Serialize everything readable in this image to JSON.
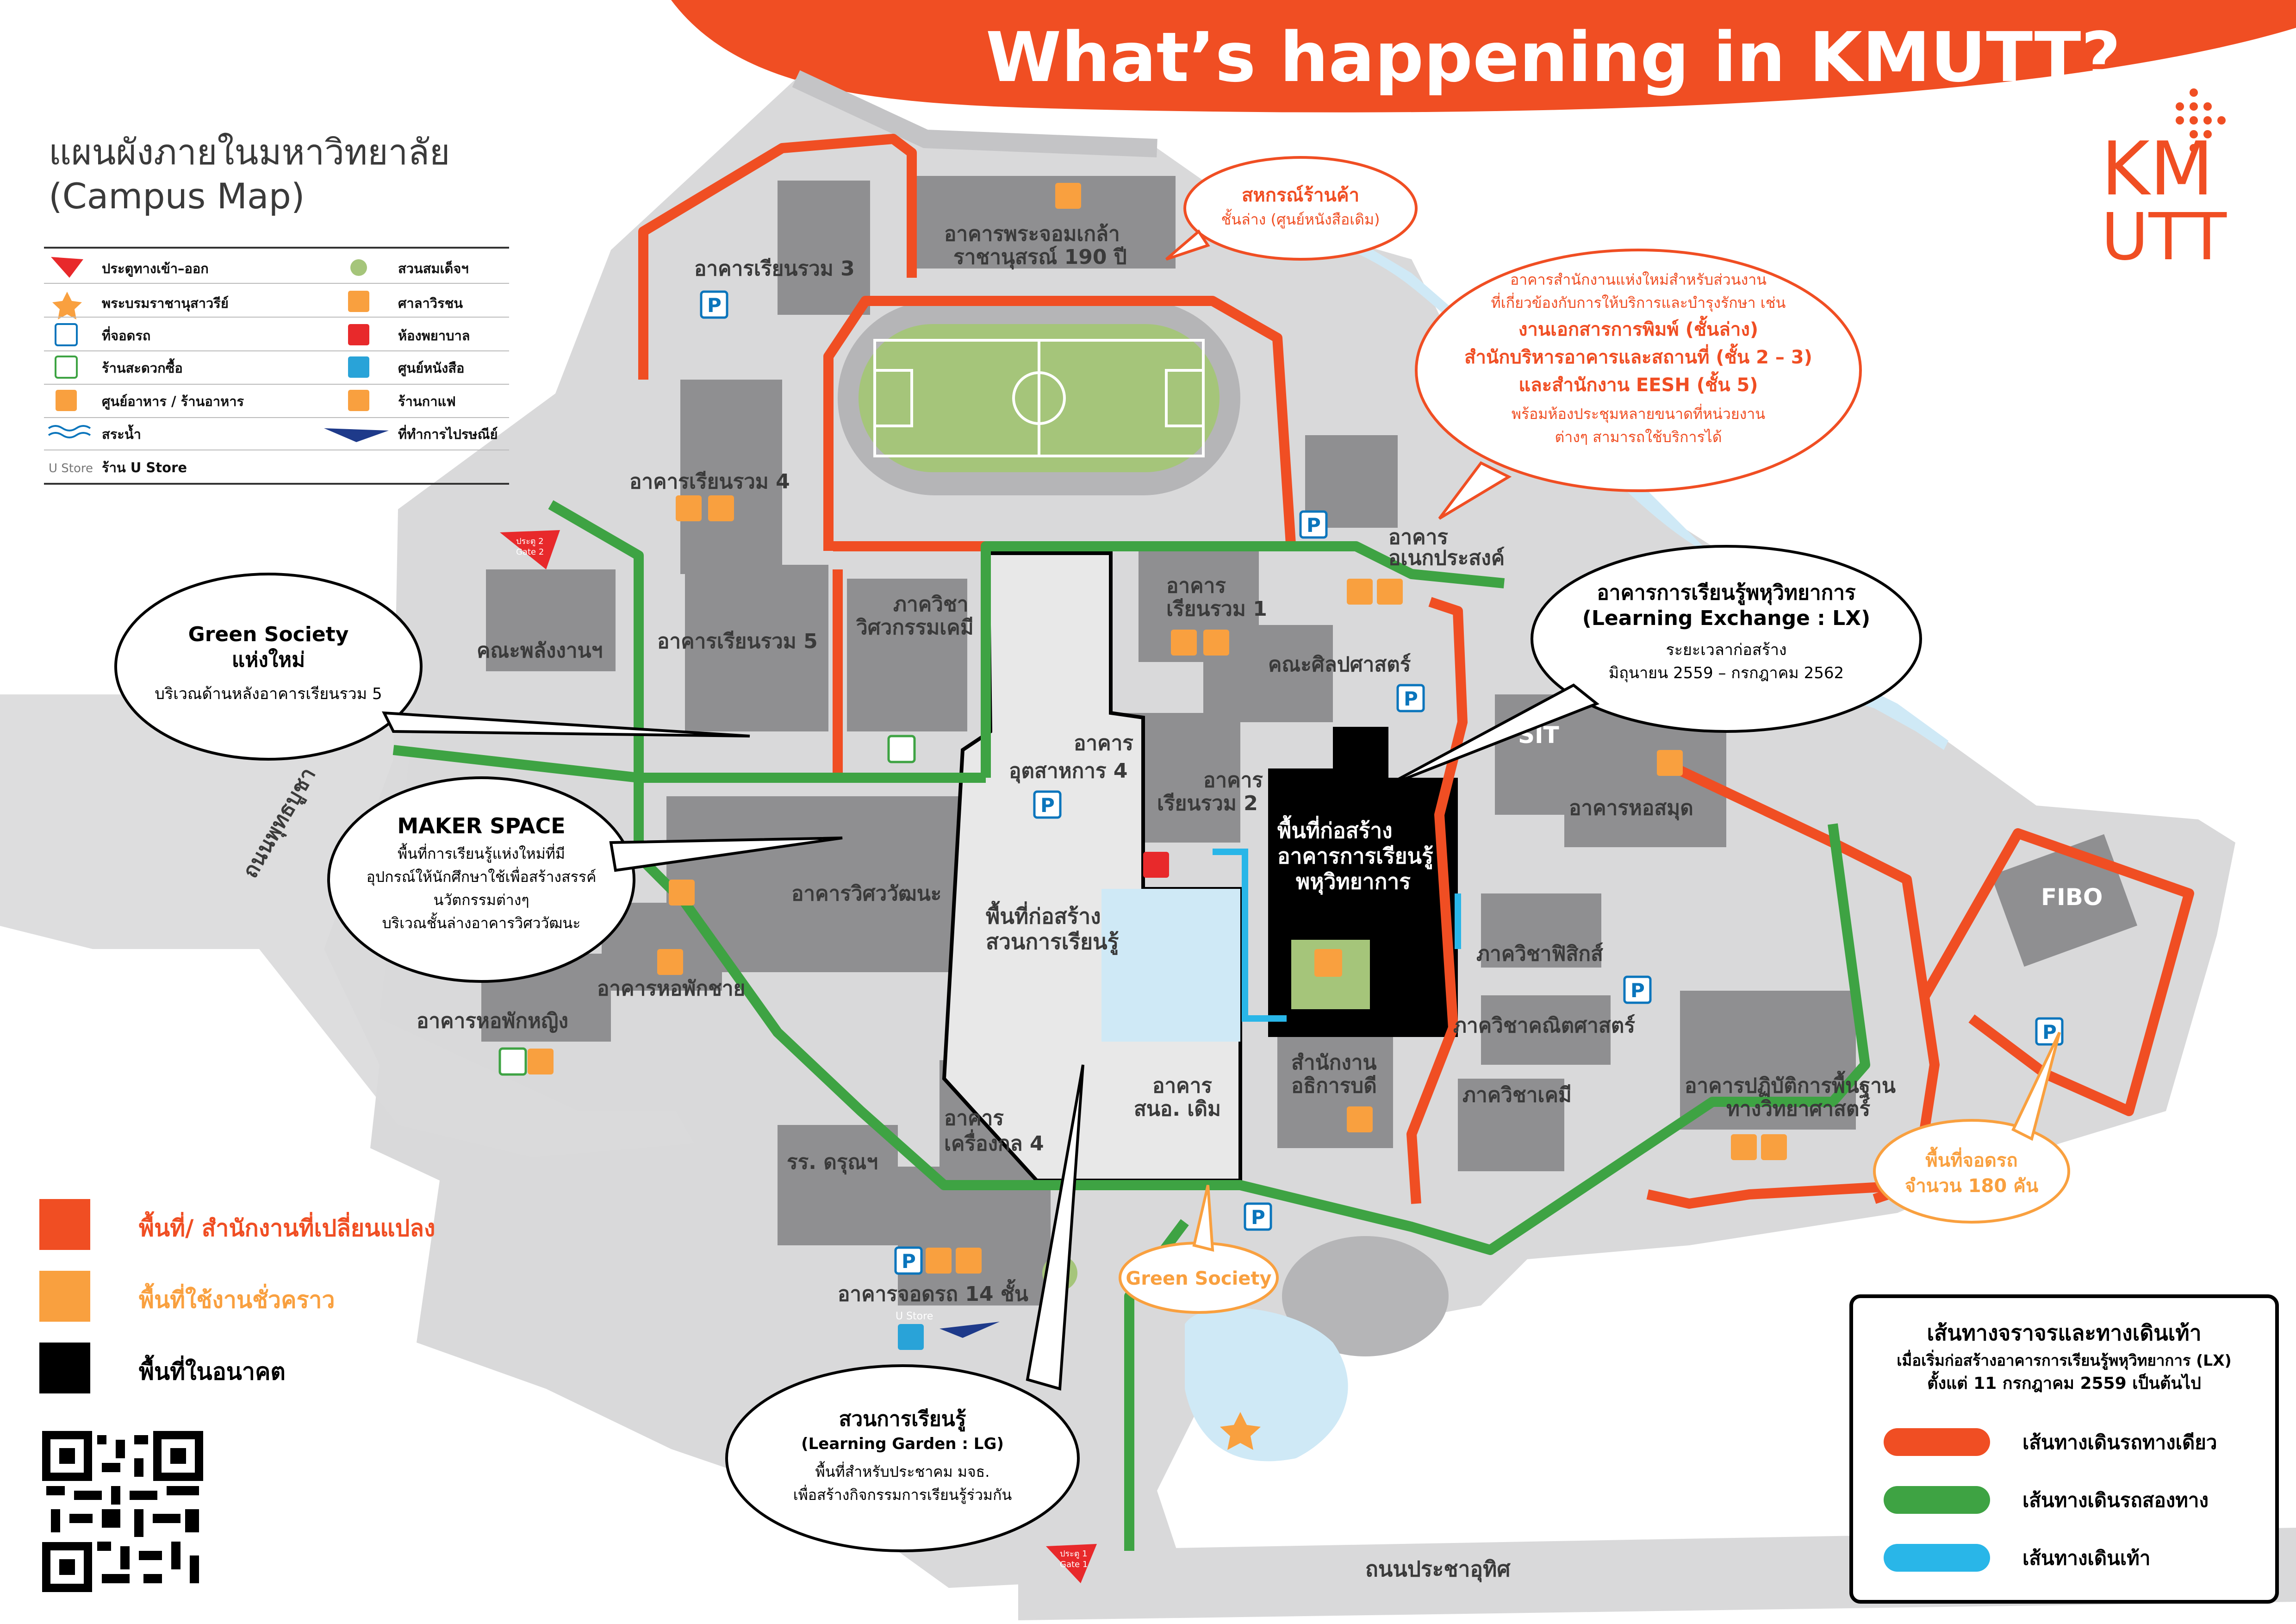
{
  "header": {
    "title": "What’s happening in KMUTT?",
    "map_title_th": "แผนผังภายในมหาวิทยาลัย",
    "map_title_en": "(Campus Map)",
    "logo_top": "KM",
    "logo_bottom": "UTT"
  },
  "icon_legend": {
    "items": [
      {
        "icon": "gate-icon",
        "label": "ประตูทางเข้า–ออก"
      },
      {
        "icon": "star-icon",
        "label": "พระบรมราชานุสาวรีย์"
      },
      {
        "icon": "parking-icon",
        "label": "ที่จอดรถ"
      },
      {
        "icon": "convenience-store-icon",
        "label": "ร้านสะดวกซื้อ"
      },
      {
        "icon": "food-icon",
        "label": "ศูนย์อาหาร / ร้านอาหาร"
      },
      {
        "icon": "pond-icon",
        "label": "สระน้ำ"
      },
      {
        "icon": "ustore-icon",
        "label": "ร้าน U Store",
        "tag": "U Store"
      },
      {
        "icon": "park-icon",
        "label": "สวนสมเด็จฯ"
      },
      {
        "icon": "pavilion-icon",
        "label": "ศาลาวิรชน"
      },
      {
        "icon": "hospital-icon",
        "label": "ห้องพยาบาล"
      },
      {
        "icon": "bookstore-icon",
        "label": "ศูนย์หนังสือ"
      },
      {
        "icon": "coffee-icon",
        "label": "ร้านกาแฟ"
      },
      {
        "icon": "post-office-icon",
        "label": "ที่ทำการไปรษณีย์"
      }
    ]
  },
  "area_legend": [
    {
      "label": "พื้นที่/ สำนักงานที่เปลี่ยนแปลง",
      "color": "#f04e23"
    },
    {
      "label": "พื้นที่ใช้งานชั่วคราว",
      "color": "#f9a03f"
    },
    {
      "label": "พื้นที่ในอนาคต",
      "color": "#000000"
    }
  ],
  "route_legend": {
    "title": "เส้นทางจราจรและทางเดินเท้า",
    "subtitle_1": "เมื่อเริ่มก่อสร้างอาคารการเรียนรู้พหุวิทยาการ (LX)",
    "subtitle_2": "ตั้งแต่ 11 กรกฎาคม 2559 เป็นต้นไป",
    "items": [
      {
        "label": "เส้นทางเดินรถทางเดียว",
        "color": "#f04e23"
      },
      {
        "label": "เส้นทางเดินรถสองทาง",
        "color": "#3ea343"
      },
      {
        "label": "เส้นทางเดินเท้า",
        "color": "#29b6e8"
      }
    ]
  },
  "callouts": {
    "coop": {
      "title": "สหกรณ์ร้านค้า",
      "body": "ชั้นล่าง (ศูนย์หนังสือเดิม)"
    },
    "new_office": {
      "line1": "อาคารสำนักงานแห่งใหม่สำหรับส่วนงาน",
      "line2": "ที่เกี่ยวข้องกับการให้บริการและบำรุงรักษา เช่น",
      "line3": "งานเอกสารการพิมพ์ (ชั้นล่าง)",
      "line4": "สำนักบริหารอาคารและสถานที่ (ชั้น 2 – 3)",
      "line5": "และสำนักงาน EESH (ชั้น 5)",
      "line6": "พร้อมห้องประชุมหลายขนาดที่หน่วยงาน",
      "line7": "ต่างๆ สามารถใช้บริการได้"
    },
    "lx": {
      "title1": "อาคารการเรียนรู้พหุวิทยาการ",
      "title2": "(Learning Exchange : LX)",
      "body1": "ระยะเวลาก่อสร้าง",
      "body2": "มิถุนายน 2559 – กรกฎาคม 2562"
    },
    "green_society": {
      "title1": "Green Society",
      "title2": "แห่งใหม่",
      "body": "บริเวณด้านหลังอาคารเรียนรวม 5"
    },
    "maker": {
      "title": "MAKER SPACE",
      "body1": "พื้นที่การเรียนรู้แห่งใหม่ที่มี",
      "body2": "อุปกรณ์ให้นักศึกษาใช้เพื่อสร้างสรรค์",
      "body3": "นวัตกรรมต่างๆ",
      "body4": "บริเวณชั้นล่างอาคารวิศววัฒนะ"
    },
    "learning_garden": {
      "title1": "สวนการเรียนรู้",
      "title2": "(Learning Garden : LG)",
      "body1": "พื้นที่สำหรับประชาคม มจธ.",
      "body2": "เพื่อสร้างกิจกรรมการเรียนรู้ร่วมกัน"
    },
    "parking180": {
      "line1": "พื้นที่จอดรถ",
      "line2": "จำนวน 180 คัน"
    },
    "green_society_temp": {
      "label": "Green Society"
    }
  },
  "buildings": {
    "b1": "อาคารเรียนรวม 3",
    "b2": "อาคารพระจอมเกล้า",
    "b3": "ราชานุสรณ์ 190 ปี",
    "b4": "อาคารเรียนรวม 4",
    "b5": "อาคารเรียนรวม 5",
    "b6": "คณะพลังงานฯ",
    "b7": "ภาควิชา",
    "b8": "วิศวกรรมเคมี",
    "b9": "อาคาร",
    "b10": "อเนกประสงค์",
    "b11": "อาคาร",
    "b12": "เรียนรวม 1",
    "b13": "คณะศิลปศาสตร์",
    "b14": "อาคาร",
    "b15": "อุตสาหการ 4",
    "b16": "อาคาร",
    "b17": "เรียนรวม 2",
    "b18": "SIT",
    "b19": "อาคารหอสมุด",
    "b20": "FIBO",
    "b21": "อาคารวิศววัฒนะ",
    "b22": "อาคารหอพักชาย",
    "b23": "อาคารหอพักหญิง",
    "b24": "ภาควิชาฟิสิกส์",
    "b25": "ภาควิชาคณิตศาสตร์",
    "b26": "ภาควิชาเคมี",
    "b27": "อาคารปฏิบัติการพื้นฐาน",
    "b28": "ทางวิทยาศาสตร์",
    "b29": "สำนักงาน",
    "b30": "อธิการบดี",
    "b31": "อาคาร",
    "b32": "สนอ. เดิม",
    "b33": "อาคาร",
    "b34": "เครื่องกล 4",
    "b35": "รร. ดรุณฯ",
    "b36": "อาคารจอดรถ 14 ชั้น",
    "construction_lg_1": "พื้นที่ก่อสร้าง",
    "construction_lg_2": "สวนการเรียนรู้",
    "construction_lx_1": "พื้นที่ก่อสร้าง",
    "construction_lx_2": "อาคารการเรียนรู้",
    "construction_lx_3": "พหุวิทยาการ"
  },
  "roads": {
    "r1": "ถนนพุทธบูชา",
    "r2": "ถนนประชาอุทิศ"
  },
  "gates": {
    "g1_th": "ประตู 1",
    "g1_en": "Gate 1",
    "g2_th": "ประตู 2",
    "g2_en": "Gate 2"
  },
  "ustore_tag": "U Store",
  "colors": {
    "orange": "#f04e23",
    "light_orange": "#f9a03f",
    "green": "#3ea343",
    "blue": "#29b6e8",
    "ground": "#d9d9da",
    "building": "#8f8f91",
    "field": "#a5c57a",
    "water": "#cfe9f6"
  }
}
